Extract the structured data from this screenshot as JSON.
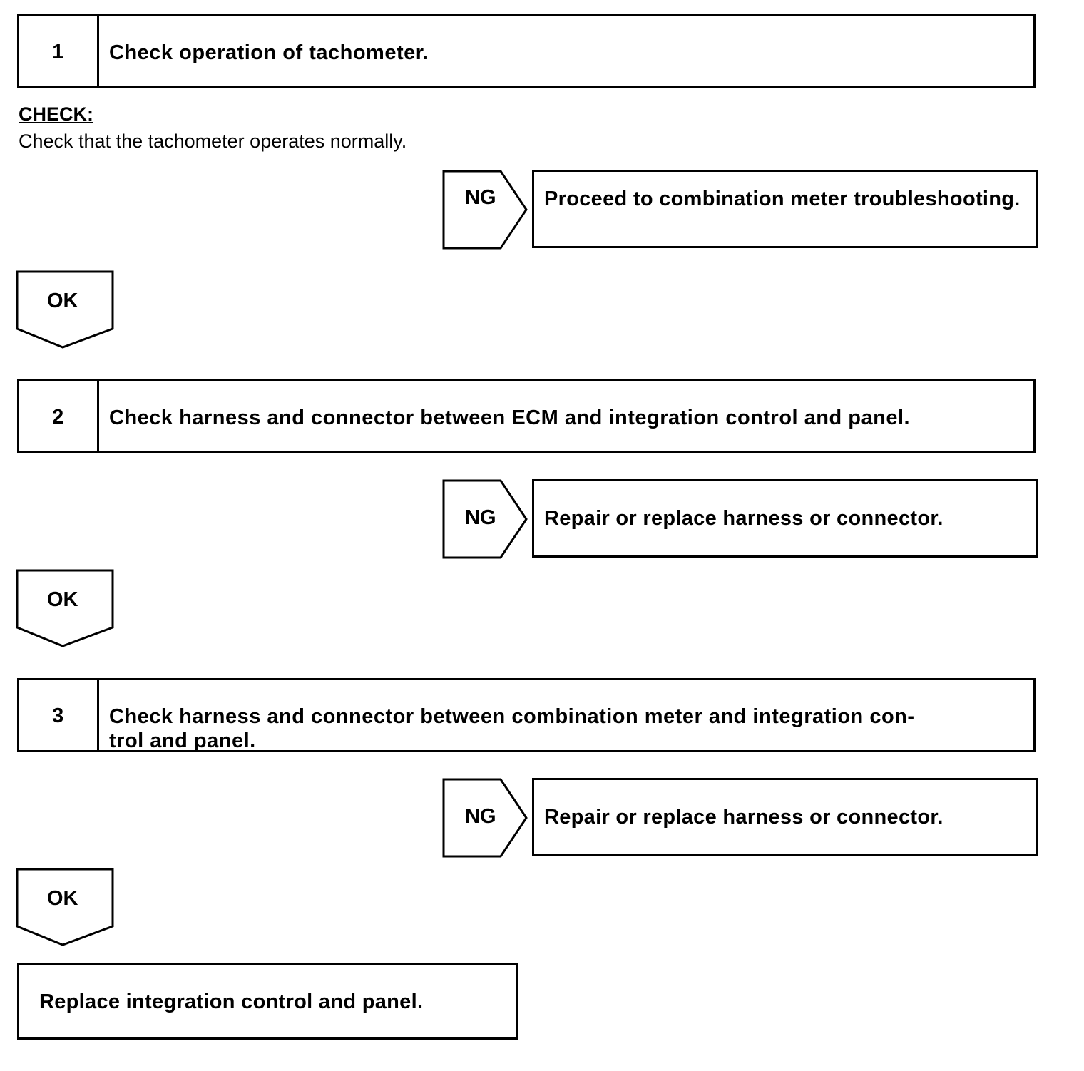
{
  "steps": [
    {
      "number": "1",
      "title": "Check operation of tachometer.",
      "check_heading": "CHECK:",
      "check_text": "Check that the tachometer operates normally.",
      "ng_label": "NG",
      "ng_action": "Proceed to combination meter troubleshooting.",
      "ok_label": "OK"
    },
    {
      "number": "2",
      "title": "Check harness and connector between ECM and integration control and panel.",
      "ng_label": "NG",
      "ng_action": "Repair or replace harness or connector.",
      "ok_label": "OK"
    },
    {
      "number": "3",
      "title": "Check harness and connector between combination meter and integration con-\ntrol and panel.",
      "ng_label": "NG",
      "ng_action": "Repair or replace harness or connector.",
      "ok_label": "OK"
    }
  ],
  "final_action": "Replace integration control and panel."
}
